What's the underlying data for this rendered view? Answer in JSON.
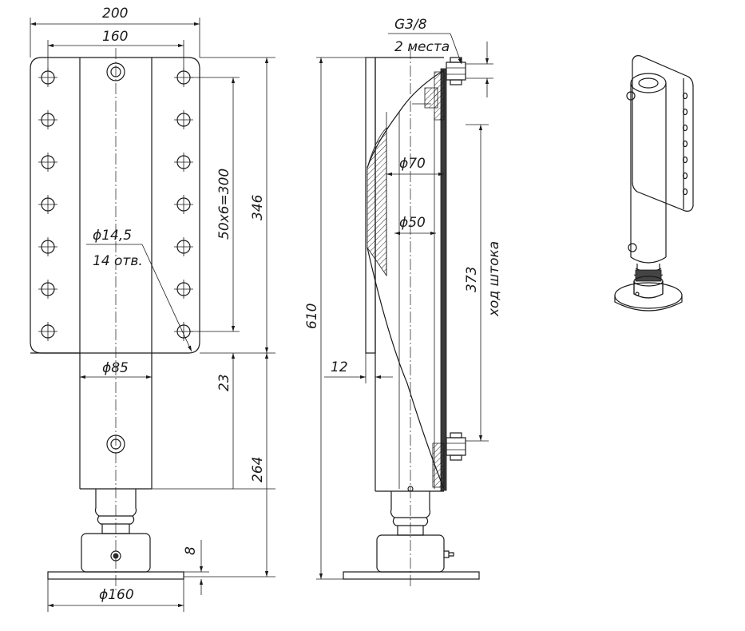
{
  "front_view": {
    "dim_200": "200",
    "dim_160_top": "160",
    "dim_50x6": "50х6=300",
    "dim_346": "346",
    "hole_dia": "ϕ14,5",
    "hole_count": "14 отв.",
    "dim_phi85": "ϕ85",
    "dim_23": "23",
    "dim_264": "264",
    "dim_8": "8",
    "dim_phi160": "ϕ160"
  },
  "side_view": {
    "thread": "G3/8",
    "thread_qty": "2 места",
    "dim_phi70": "ϕ70",
    "dim_phi50": "ϕ50",
    "dim_610": "610",
    "dim_373": "373",
    "stroke_label": "ход штока",
    "dim_12": "12"
  },
  "iso_view": {}
}
